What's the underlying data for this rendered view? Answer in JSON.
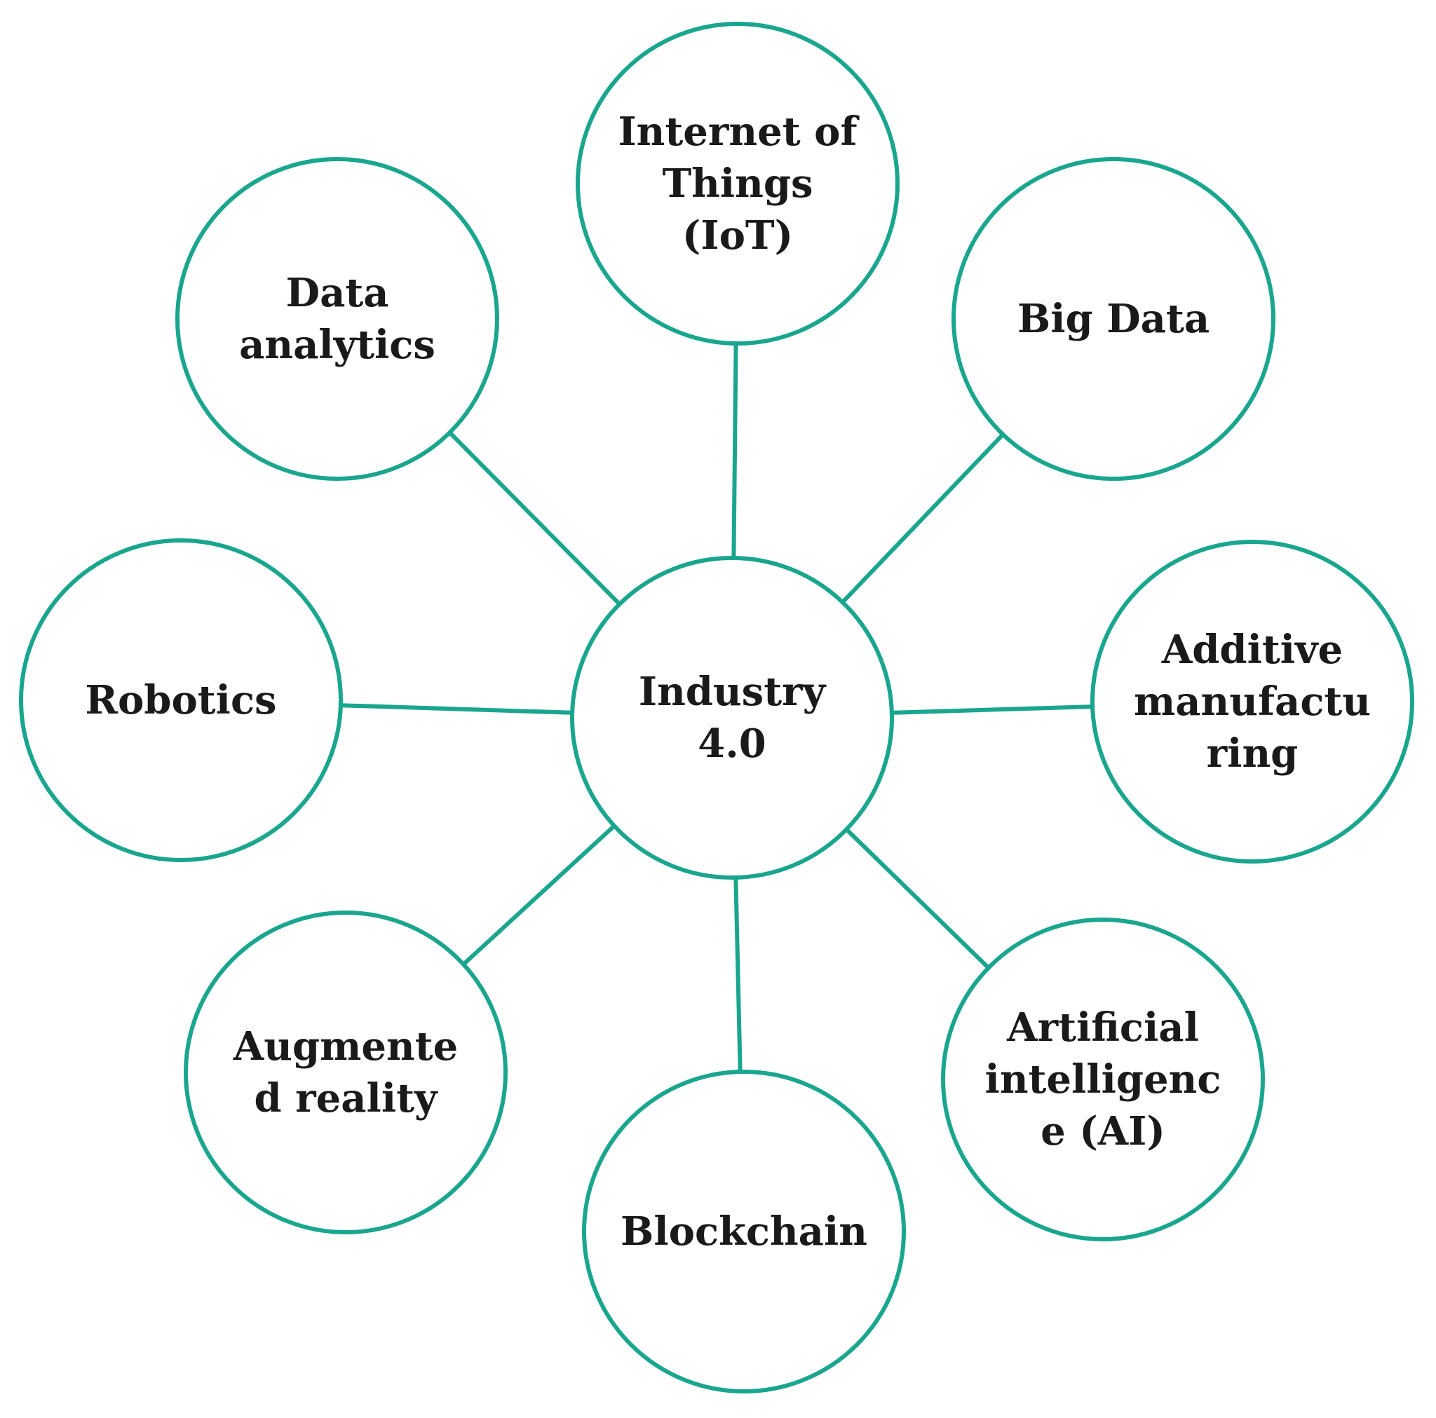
{
  "diagram": {
    "colors": {
      "stroke": "#1aa68e",
      "text": "#1a1a1a",
      "background": "#ffffff"
    },
    "center": {
      "id": "industry-4-0",
      "lines": [
        "Industry",
        "4.0"
      ]
    },
    "nodes": [
      {
        "id": "internet-of-things",
        "lines": [
          "Internet of",
          "Things",
          "(IoT)"
        ]
      },
      {
        "id": "big-data",
        "lines": [
          "Big Data"
        ]
      },
      {
        "id": "additive-manufacturing",
        "lines": [
          "Additive",
          "manufactu",
          "ring"
        ]
      },
      {
        "id": "artificial-intelligence",
        "lines": [
          "Artificial",
          "intelligenc",
          "e (AI)"
        ]
      },
      {
        "id": "blockchain",
        "lines": [
          "Blockchain"
        ]
      },
      {
        "id": "augmented-reality",
        "lines": [
          "Augmente",
          "d reality"
        ]
      },
      {
        "id": "robotics",
        "lines": [
          "Robotics"
        ]
      },
      {
        "id": "data-analytics",
        "lines": [
          "Data",
          "analytics"
        ]
      }
    ]
  }
}
